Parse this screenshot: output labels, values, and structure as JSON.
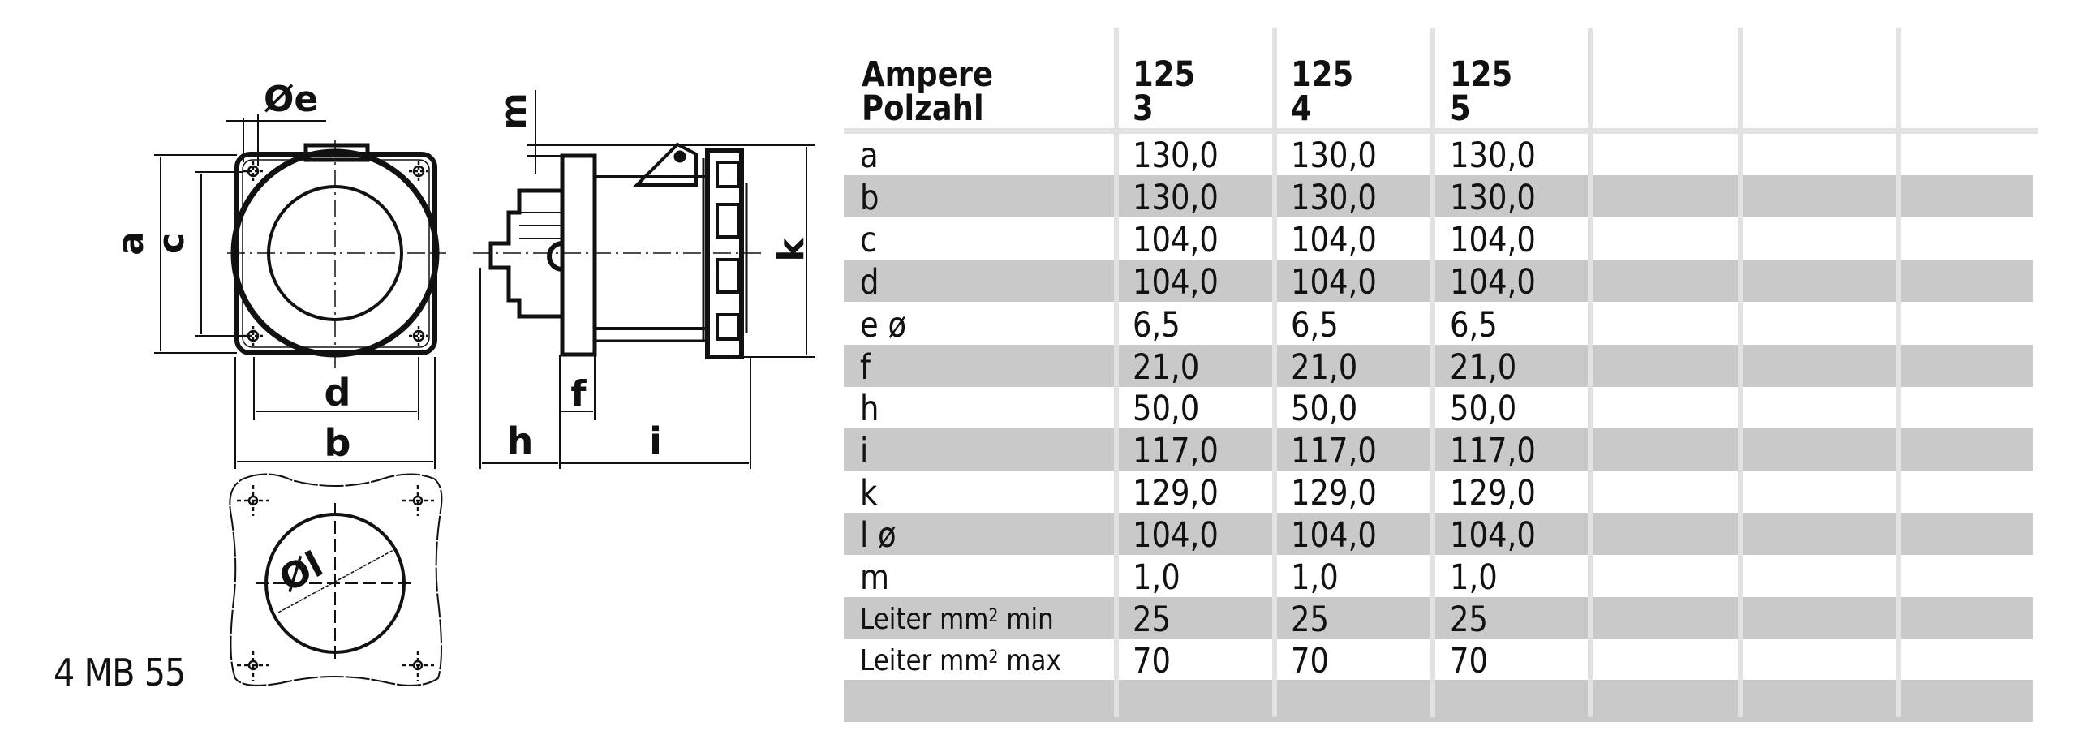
{
  "drawing": {
    "model_label": "4 MB 55",
    "front_view": {
      "labels": {
        "hole_dia": "Øe",
        "a": "a",
        "c": "c",
        "d": "d",
        "b": "b"
      }
    },
    "side_view": {
      "labels": {
        "m": "m",
        "k": "k",
        "f": "f",
        "h": "h",
        "i": "i"
      }
    },
    "rear_view": {
      "labels": {
        "cutout_dia": "Øl"
      }
    }
  },
  "table": {
    "header": {
      "row_label_line1": "Ampere",
      "row_label_line2": "Polzahl",
      "columns": [
        {
          "ampere": "125",
          "polzahl": "3"
        },
        {
          "ampere": "125",
          "polzahl": "4"
        },
        {
          "ampere": "125",
          "polzahl": "5"
        },
        {
          "ampere": "",
          "polzahl": ""
        },
        {
          "ampere": "",
          "polzahl": ""
        },
        {
          "ampere": "",
          "polzahl": ""
        }
      ]
    },
    "rows": [
      {
        "label": "a",
        "values": [
          "130,0",
          "130,0",
          "130,0"
        ],
        "shaded": false
      },
      {
        "label": "b",
        "values": [
          "130,0",
          "130,0",
          "130,0"
        ],
        "shaded": true
      },
      {
        "label": "c",
        "values": [
          "104,0",
          "104,0",
          "104,0"
        ],
        "shaded": false
      },
      {
        "label": "d",
        "values": [
          "104,0",
          "104,0",
          "104,0"
        ],
        "shaded": true
      },
      {
        "label": "e ø",
        "values": [
          "6,5",
          "6,5",
          "6,5"
        ],
        "shaded": false
      },
      {
        "label": "f",
        "values": [
          "21,0",
          "21,0",
          "21,0"
        ],
        "shaded": true
      },
      {
        "label": "h",
        "values": [
          "50,0",
          "50,0",
          "50,0"
        ],
        "shaded": false
      },
      {
        "label": "i",
        "values": [
          "117,0",
          "117,0",
          "117,0"
        ],
        "shaded": true
      },
      {
        "label": "k",
        "values": [
          "129,0",
          "129,0",
          "129,0"
        ],
        "shaded": false
      },
      {
        "label": "l ø",
        "values": [
          "104,0",
          "104,0",
          "104,0"
        ],
        "shaded": true
      },
      {
        "label": "m",
        "values": [
          "1,0",
          "1,0",
          "1,0"
        ],
        "shaded": false
      },
      {
        "label_prefix": "Leiter mm",
        "label_sup": "2",
        "label_suffix": " min",
        "values": [
          "25",
          "25",
          "25"
        ],
        "shaded": true
      },
      {
        "label_prefix": "Leiter mm",
        "label_sup": "2",
        "label_suffix": " max",
        "values": [
          "70",
          "70",
          "70"
        ],
        "shaded": false
      },
      {
        "label": "",
        "values": [
          "",
          "",
          ""
        ],
        "shaded": true
      }
    ],
    "colors": {
      "shade": "#c9c9c9",
      "grid": "#e2e2e2",
      "text": "#111111"
    }
  }
}
